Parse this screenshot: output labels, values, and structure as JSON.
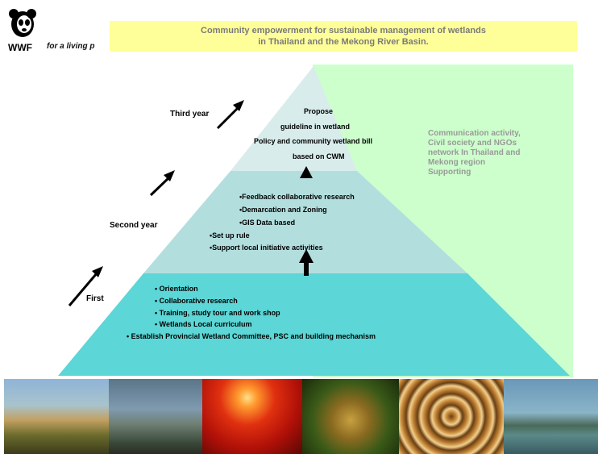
{
  "header": {
    "logo_text": "WWF",
    "tagline": "for a living p",
    "title_line1": "Community empowerment for sustainable management of wetlands",
    "title_line2": "in Thailand and the Mekong River Basin."
  },
  "pyramid": {
    "top": {
      "lines": [
        "Propose",
        "guideline in wetland",
        "Policy and community wetland bill",
        "based on CWM"
      ]
    },
    "middle": {
      "lines": [
        "•Feedback collaborative research",
        "•Demarcation and Zoning",
        "•GIS Data based",
        "•Set up rule",
        "•Support local initiative activities"
      ]
    },
    "bottom": {
      "lines": [
        "•  Orientation",
        "•  Collaborative research",
        "•  Training, study tour and work shop",
        "•   Wetlands Local curriculum",
        "•  Establish Provincial Wetland Committee, PSC and building  mechanism"
      ]
    }
  },
  "years": {
    "third": "Third year",
    "second": "Second year",
    "first": "First"
  },
  "side_panel": {
    "lines": [
      "Communication activity,",
      "Civil society and NGOs",
      "network In Thailand and",
      "Mekong region",
      "Supporting"
    ]
  },
  "colors": {
    "title_bg": "#ffff99",
    "side_panel_bg": "#ccffcc",
    "pyramid_top": "#d9ecec",
    "pyramid_middle": "#b3dede",
    "pyramid_bottom": "#5cd6d6"
  }
}
